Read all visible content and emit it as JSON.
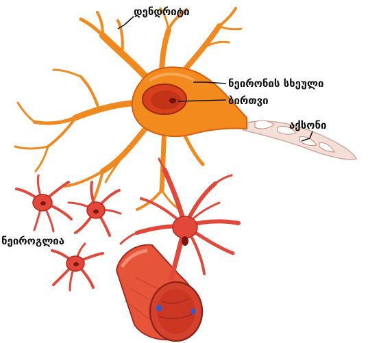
{
  "labels": {
    "dendrites": "დენდრიტი",
    "cell_body": "ნეირონის სხეული",
    "nucleus": "ბირთვი",
    "axon": "აქსონი",
    "neuroglia": "ნეიროგლია"
  },
  "colors": {
    "neuron_fill": "#f28a1e",
    "neuron_edge": "#d2560b",
    "nucleus_fill": "#d8401d",
    "glia_fill": "#e2483a",
    "glia_edge": "#b7261f",
    "vessel_fill": "#e85b3a",
    "axon_fill": "#f3dcd6",
    "label_text": "#111111"
  }
}
